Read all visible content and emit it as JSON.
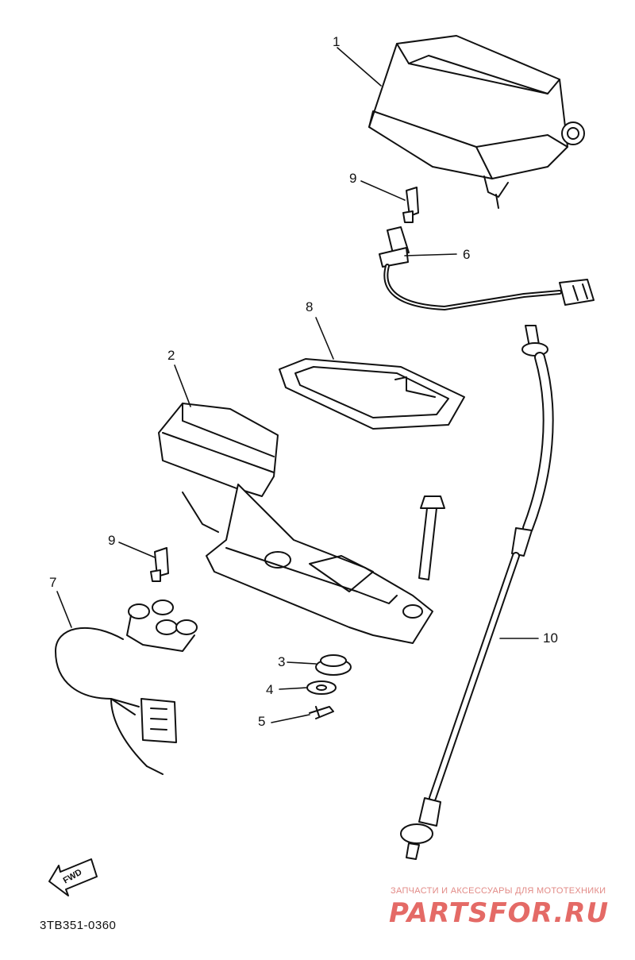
{
  "diagram": {
    "callouts": [
      "1",
      "2",
      "3",
      "4",
      "5",
      "6",
      "7",
      "8",
      "9",
      "9",
      "10"
    ],
    "fwd_label": "FWD",
    "part_code": "3TB351-0360"
  },
  "watermark": {
    "tagline": "ЗАПЧАСТИ И АКСЕССУАРЫ ДЛЯ МОТОТЕХНИКИ",
    "brand": "PARTSFOR.RU"
  }
}
